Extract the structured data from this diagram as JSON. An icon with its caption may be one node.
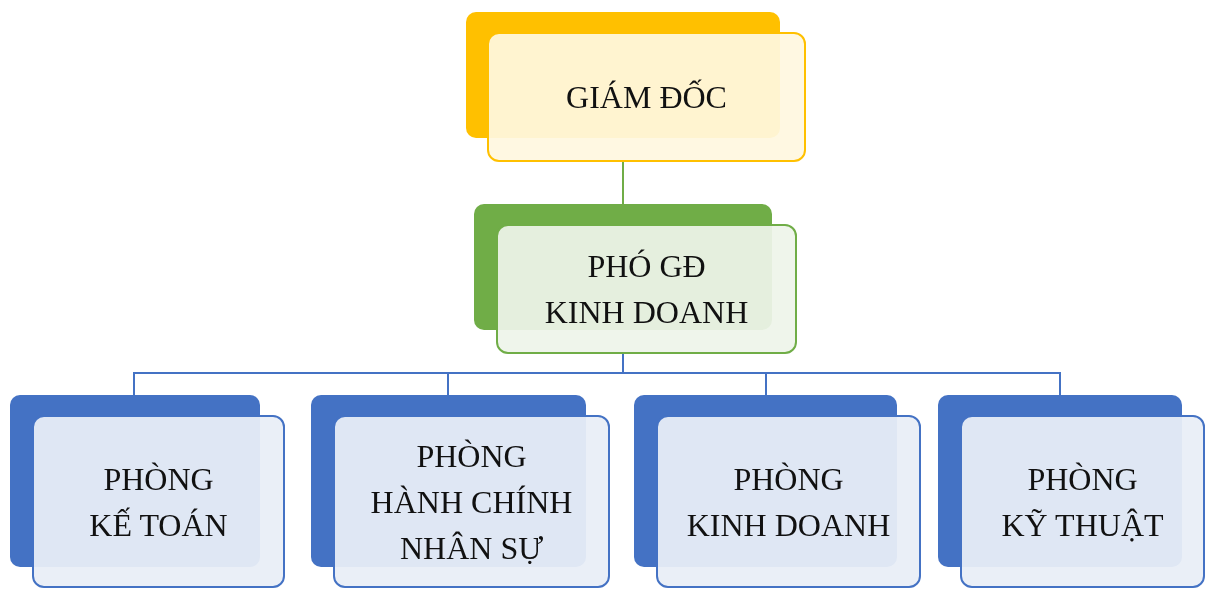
{
  "diagram": {
    "nodes": [
      {
        "text": [
          "GIÁM ĐỐC"
        ]
      },
      {
        "text": [
          "PHÓ GĐ KINH DOANH"
        ]
      },
      {
        "text": [
          "PHÒNG KẾ TOÁN"
        ]
      },
      {
        "text": [
          "PHÒNG HÀNH CHÍNH NHÂN SỰ"
        ]
      },
      {
        "text": [
          "PHÒNG KINH DOANH"
        ]
      },
      {
        "text": [
          "PHÒNG KỸ THUẬT"
        ]
      }
    ],
    "edges": [
      {
        "from": 0,
        "to": 1,
        "arrow": "none",
        "color": "#70ad47"
      },
      {
        "from": 1,
        "to": 2,
        "arrow": "none"
      },
      {
        "from": 1,
        "to": 3,
        "arrow": "none"
      },
      {
        "from": 1,
        "to": 4,
        "arrow": "none"
      },
      {
        "from": 1,
        "to": 5,
        "arrow": "none"
      }
    ]
  }
}
